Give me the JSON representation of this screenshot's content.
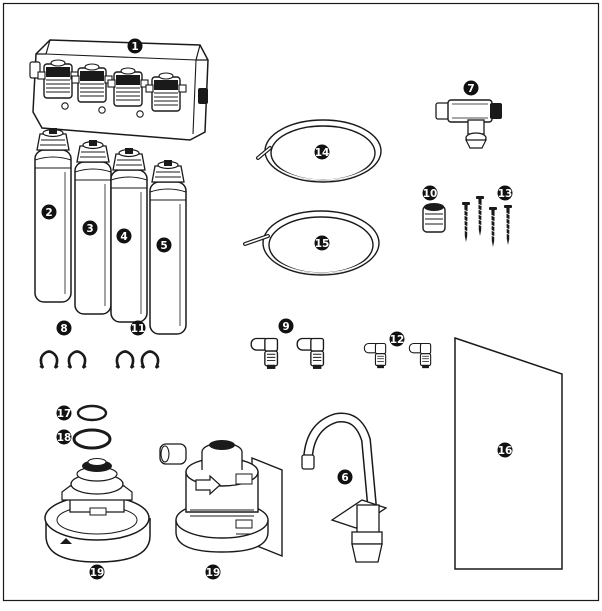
{
  "colors": {
    "ink": "#1a1a1a",
    "fill": "#ffffff",
    "shade": "#e8e8e8",
    "badge": "#111111"
  },
  "parts": [
    {
      "number": "1",
      "name": "manifold"
    },
    {
      "number": "2",
      "name": "filter-cartridge"
    },
    {
      "number": "3",
      "name": "filter-cartridge"
    },
    {
      "number": "4",
      "name": "filter-cartridge"
    },
    {
      "number": "5",
      "name": "filter-cartridge"
    },
    {
      "number": "6",
      "name": "faucet"
    },
    {
      "number": "7",
      "name": "feed-valve"
    },
    {
      "number": "8",
      "name": "tube-clips"
    },
    {
      "number": "9",
      "name": "elbow-fittings"
    },
    {
      "number": "10",
      "name": "compression-nut"
    },
    {
      "number": "11",
      "name": "tube-clips"
    },
    {
      "number": "12",
      "name": "elbow-fittings"
    },
    {
      "number": "13",
      "name": "screws"
    },
    {
      "number": "14",
      "name": "tubing-coil"
    },
    {
      "number": "15",
      "name": "tubing-coil"
    },
    {
      "number": "16",
      "name": "template-sheet"
    },
    {
      "number": "17",
      "name": "o-ring"
    },
    {
      "number": "18",
      "name": "o-ring"
    },
    {
      "number": "19",
      "name": "drain-saddle-base"
    },
    {
      "number": "19",
      "name": "drain-saddle-assembly"
    }
  ]
}
